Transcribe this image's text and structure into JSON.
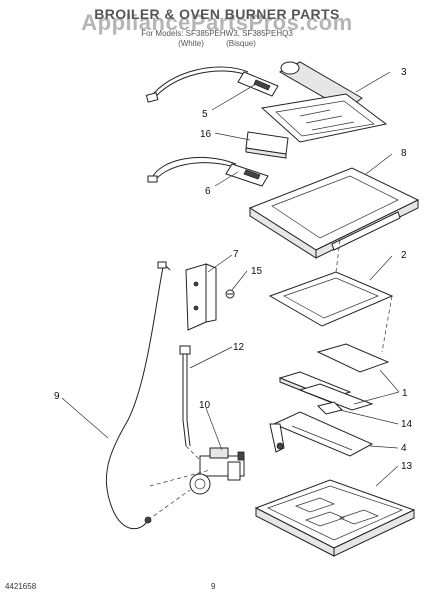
{
  "header": {
    "title": "BROILER & OVEN BURNER PARTS",
    "watermark": "AppliancePartsPros.com",
    "models": "For Models: SF385PEHW3, SF385PEHQ3",
    "variant_white": "(White)",
    "variant_bisque": "(Bisque)"
  },
  "footer": {
    "part_number": "4421658",
    "page_number": "9"
  },
  "callouts": {
    "c1": "1",
    "c2": "2",
    "c3": "3",
    "c4": "4",
    "c5": "5",
    "c6": "6",
    "c7": "7",
    "c8": "8",
    "c9": "9",
    "c10": "10",
    "c12": "12",
    "c13": "13",
    "c14": "14",
    "c15": "15",
    "c16": "16"
  }
}
